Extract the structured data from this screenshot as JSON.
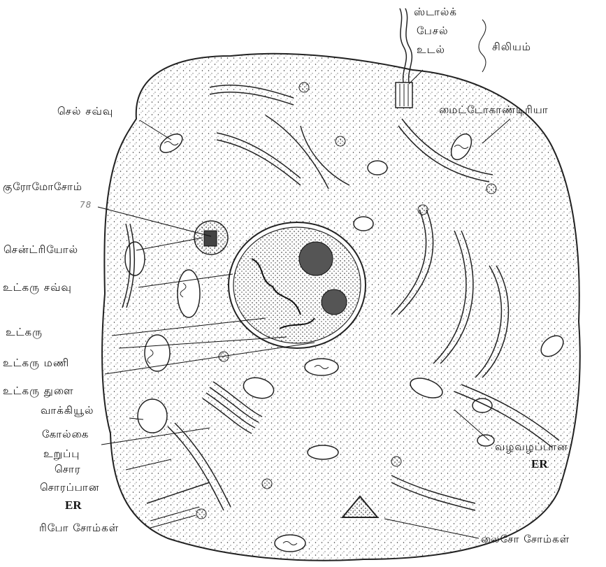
{
  "labels": {
    "stalk": "ஸ்டால்க்",
    "basal": "பேசல்",
    "body": "உடல்",
    "cilium": "சிலியம்",
    "cell_membrane": "செல் சவ்வு",
    "mitochondria": "மைட்டோகாண்டிரியா",
    "chromosome": "குரோமோசோம்",
    "centriole": "சென்ட்ரியோல்",
    "nuclear_membrane": "உட்கரு சவ்வு",
    "nucleus": "உட்கரு",
    "nucleolus": "உட்கரு மணி",
    "nuclear_pore": "உட்கரு துளை",
    "vacuole": "வாக்கியூல்",
    "golgi": "கோல்கை",
    "golgi_2": "உறுப்பு",
    "rough": "சொர",
    "rough_2": "சொரப்பான",
    "rough_er": "ER",
    "smooth": "வழவழப்பான",
    "smooth_er": "ER",
    "ribosomes": "ரிபோ சோம்கள்",
    "lysosomes": "லைசோ சோம்கள்",
    "tag": "78"
  }
}
